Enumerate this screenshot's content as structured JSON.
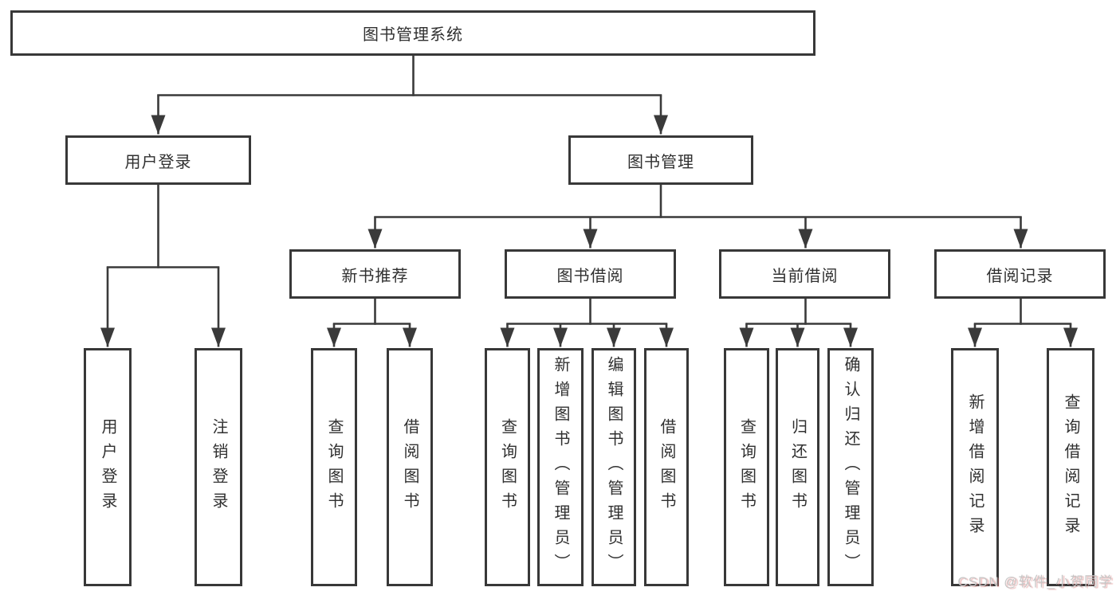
{
  "diagram": {
    "root": {
      "label": "图书管理系统",
      "children": [
        {
          "label": "用户登录",
          "children": [
            {
              "label": "用户登录"
            },
            {
              "label": "注销登录"
            }
          ]
        },
        {
          "label": "图书管理",
          "children": [
            {
              "label": "新书推荐",
              "children": [
                {
                  "label": "查询图书"
                },
                {
                  "label": "借阅图书"
                }
              ]
            },
            {
              "label": "图书借阅",
              "children": [
                {
                  "label": "查询图书"
                },
                {
                  "label": "新增图书（管理员）"
                },
                {
                  "label": "编辑图书（管理员）"
                },
                {
                  "label": "借阅图书"
                }
              ]
            },
            {
              "label": "当前借阅",
              "children": [
                {
                  "label": "查询图书"
                },
                {
                  "label": "归还图书"
                },
                {
                  "label": "确认归还（管理员）"
                }
              ]
            },
            {
              "label": "借阅记录",
              "children": [
                {
                  "label": "新增借阅记录"
                },
                {
                  "label": "查询借阅记录"
                }
              ]
            }
          ]
        }
      ]
    }
  },
  "watermark": {
    "text": "CSDN @软件_小贺同学"
  },
  "colors": {
    "line": "#3a3a3a",
    "border": "#383838",
    "text": "#303030",
    "watermark": "#c6c6c6",
    "background": "#ffffff"
  }
}
